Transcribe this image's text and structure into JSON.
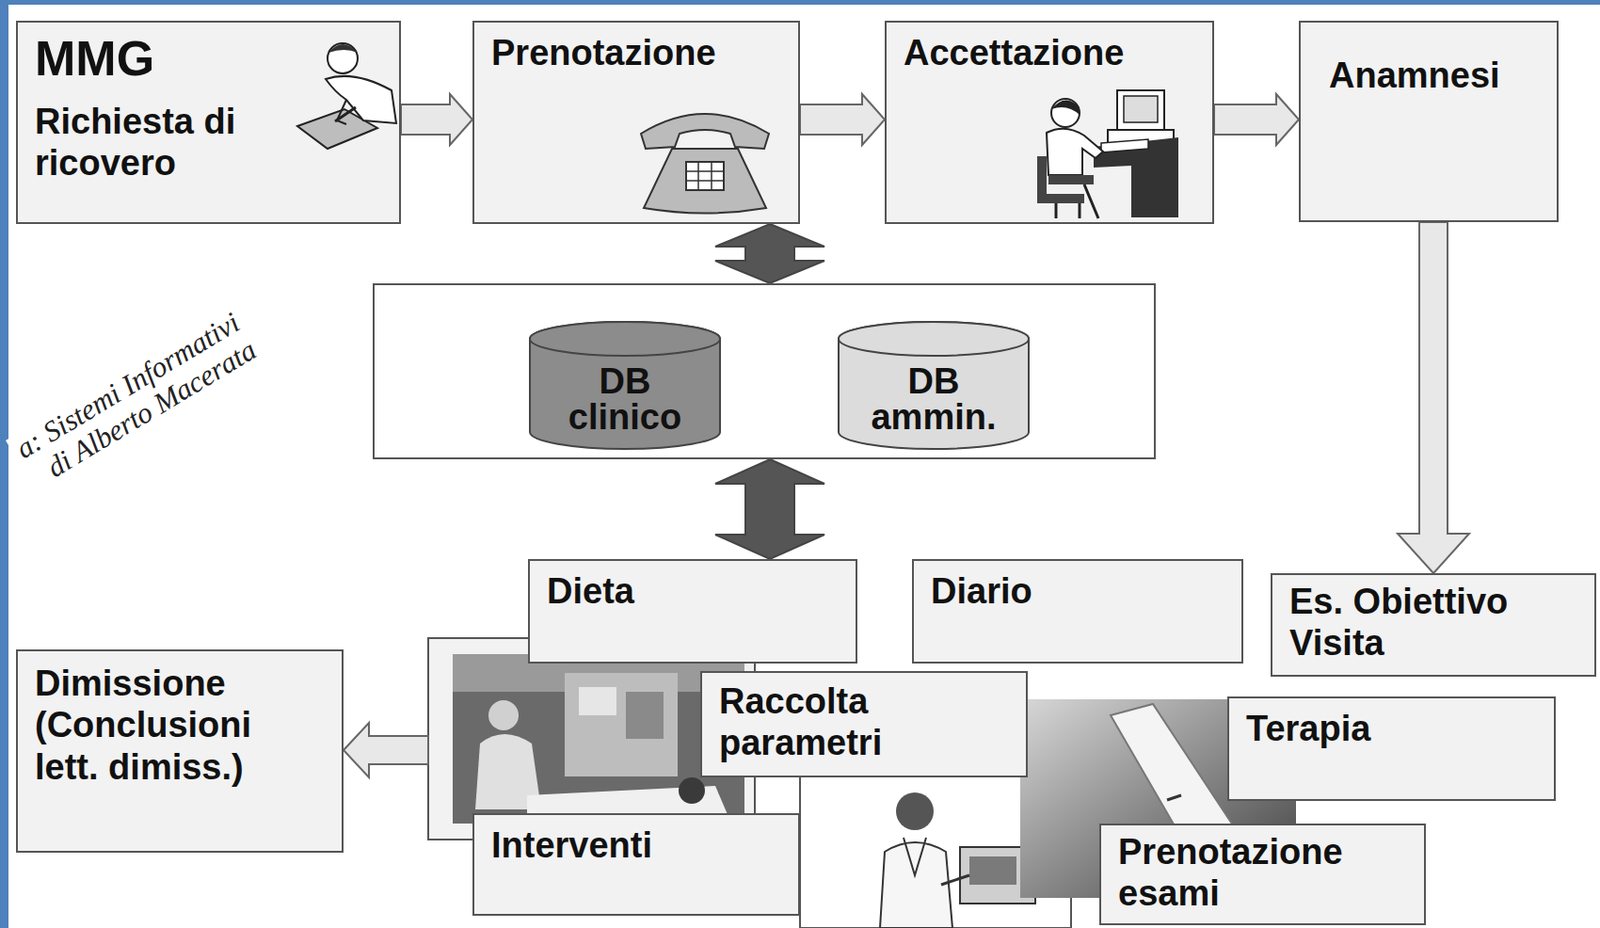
{
  "diagram": {
    "nodes": [
      {
        "text": [
          "MMG",
          "Richiesta di ricovero"
        ]
      },
      {
        "text": [
          "Prenotazione"
        ]
      },
      {
        "text": [
          "Accettazione"
        ]
      },
      {
        "text": [
          "Anamnesi"
        ]
      },
      {
        "text": []
      },
      {
        "text": [
          "DB clinico"
        ],
        "in": 4
      },
      {
        "text": [
          "DB ammin."
        ],
        "in": 4
      },
      {
        "text": [
          "Es. Obiettivo Visita"
        ]
      },
      {
        "text": [
          "Dieta"
        ]
      },
      {
        "text": [
          "Diario"
        ]
      },
      {
        "text": [
          "Raccolta parametri"
        ]
      },
      {
        "text": [
          "Terapia"
        ]
      },
      {
        "text": [
          "Interventi"
        ]
      },
      {
        "text": [
          "Prenotazione esami"
        ]
      },
      {
        "text": [
          "Dimissione (Conclusioni lett. dimiss.)"
        ]
      }
    ],
    "edges": [
      {
        "from": 0,
        "to": 1,
        "arrow": "to"
      },
      {
        "from": 1,
        "to": 2,
        "arrow": "to"
      },
      {
        "from": 2,
        "to": 3,
        "arrow": "to"
      },
      {
        "from": 3,
        "to": 7,
        "arrow": "to"
      },
      {
        "from": 1,
        "to": 4,
        "arrow": "both"
      },
      {
        "from": 6,
        "to": 5,
        "arrow": "to"
      },
      {
        "from": 4,
        "to": 8,
        "arrow": "both"
      }
    ],
    "labels": [
      "a: Sistemi Informativi",
      "di Alberto Macerata"
    ]
  }
}
